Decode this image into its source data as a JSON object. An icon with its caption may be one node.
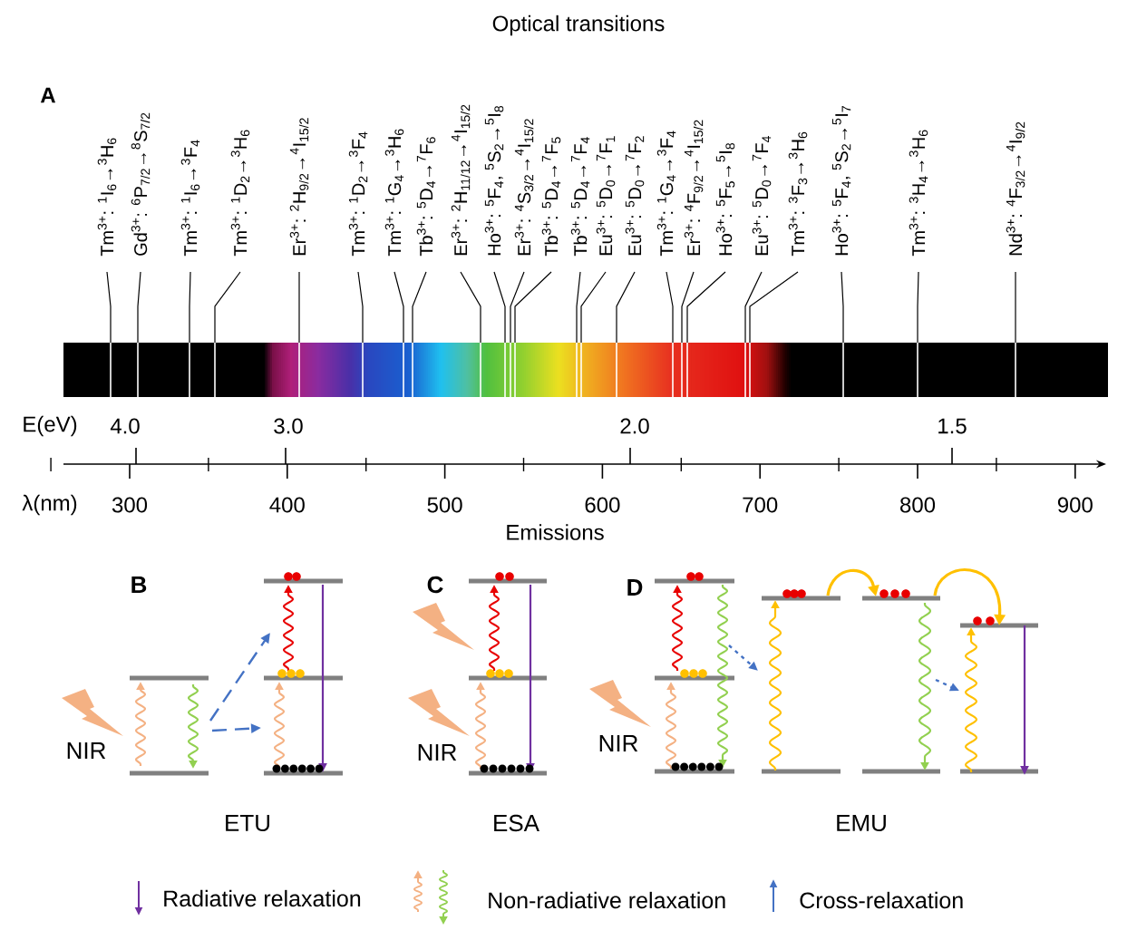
{
  "diagram": {
    "title": "Optical transitions",
    "nodes": [
      {
        "text": [
          "Tm$^{3+}$: $^{1}$I$_{6}$→$^{3}$H$_{6}$"
        ]
      },
      {
        "text": [
          "Gd$^{3+}$: $^{6}$P$_{7/2}$→$^{8}$S$_{7/2}$"
        ]
      },
      {
        "text": [
          "Tm$^{3+}$: $^{1}$I$_{6}$→$^{3}$F$_{4}$"
        ]
      },
      {
        "text": [
          "Tm$^{3+}$: $^{1}$D$_{2}$→$^{3}$H$_{6}$"
        ]
      },
      {
        "text": [
          "Er$^{3+}$: $^{2}$H$_{9/2}$→$^{4}$I$_{15/2}$"
        ]
      },
      {
        "text": [
          "Tm$^{3+}$: $^{1}$D$_{2}$→$^{3}$F$_{4}$"
        ]
      },
      {
        "text": [
          "Tm$^{3+}$: $^{1}$G$_{4}$→$^{3}$H$_{6}$"
        ]
      },
      {
        "text": [
          "Tb$^{3+}$: $^{5}$D$_{4}$→$^{7}$F$_{6}$"
        ]
      },
      {
        "text": [
          "Er$^{3+}$: $^{2}$H$_{11/12}$→$^{4}$I$_{15/2}$"
        ]
      },
      {
        "text": [
          "Ho$^{3+}$: $^{5}$F$_{4}$, $^{5}$S$_{2}$→$^{5}$I$_{8}$"
        ]
      },
      {
        "text": [
          "Er$^{3+}$: $^{4}$S$_{3/2}$→$^{4}$I$_{15/2}$"
        ]
      },
      {
        "text": [
          "Tb$^{3+}$: $^{5}$D$_{4}$→$^{7}$F$_{5}$"
        ]
      },
      {
        "text": [
          "Tb$^{3+}$: $^{5}$D$_{4}$→$^{7}$F$_{4}$"
        ]
      },
      {
        "text": [
          "Eu$^{3+}$: $^{5}$D$_{0}$→$^{7}$F$_{1}$"
        ]
      },
      {
        "text": [
          "Eu$^{3+}$: $^{5}$D$_{0}$→$^{7}$F$_{2}$"
        ]
      },
      {
        "text": [
          "Tm$^{3+}$: $^{1}$G$_{4}$→$^{3}$F$_{4}$"
        ]
      },
      {
        "text": [
          "Er$^{3+}$: $^{4}$F$_{9/2}$→$^{4}$I$_{15/2}$"
        ]
      },
      {
        "text": [
          "Ho$^{3+}$: $^{5}$F$_{5}$→$^{5}$I$_{8}$"
        ]
      },
      {
        "text": [
          "Eu$^{3+}$: $^{5}$D$_{0}$→$^{7}$F$_{4}$"
        ]
      },
      {
        "text": [
          "Tm$^{3+}$: $^{3}$F$_{3}$→$^{3}$H$_{6}$"
        ]
      },
      {
        "text": [
          "Ho$^{3+}$: $^{5}$F$_{4}$, $^{5}$S$_{2}$→$^{5}$I$_{7}$"
        ]
      },
      {
        "text": [
          "Tm$^{3+}$: $^{3}$H$_{4}$→$^{3}$H$_{6}$"
        ]
      },
      {
        "text": [
          "Nd$^{3+}$: $^{4}$F$_{3/2}$→$^{4}$I$_{9/2}$"
        ]
      },
      {
        "text": [],
        "shape": "bar"
      }
    ],
    "edges": [
      {
        "from": 0,
        "to": 23,
        "arrow": "none"
      },
      {
        "from": 1,
        "to": 23,
        "arrow": "none"
      },
      {
        "from": 2,
        "to": 23,
        "arrow": "none"
      },
      {
        "from": 3,
        "to": 23,
        "arrow": "none"
      },
      {
        "from": 4,
        "to": 23,
        "arrow": "none"
      },
      {
        "from": 5,
        "to": 23,
        "arrow": "none"
      },
      {
        "from": 6,
        "to": 23,
        "arrow": "none"
      },
      {
        "from": 7,
        "to": 23,
        "arrow": "none"
      },
      {
        "from": 8,
        "to": 23,
        "arrow": "none"
      },
      {
        "from": 9,
        "to": 23,
        "arrow": "none"
      },
      {
        "from": 10,
        "to": 23,
        "arrow": "none"
      },
      {
        "from": 11,
        "to": 23,
        "arrow": "none"
      },
      {
        "from": 12,
        "to": 23,
        "arrow": "none"
      },
      {
        "from": 13,
        "to": 23,
        "arrow": "none"
      },
      {
        "from": 14,
        "to": 23,
        "arrow": "none"
      },
      {
        "from": 15,
        "to": 23,
        "arrow": "none"
      },
      {
        "from": 16,
        "to": 23,
        "arrow": "none"
      },
      {
        "from": 17,
        "to": 23,
        "arrow": "none"
      },
      {
        "from": 18,
        "to": 23,
        "arrow": "none"
      },
      {
        "from": 19,
        "to": 23,
        "arrow": "none"
      },
      {
        "from": 20,
        "to": 23,
        "arrow": "none"
      },
      {
        "from": 21,
        "to": 23,
        "arrow": "none"
      },
      {
        "from": 22,
        "to": 23,
        "arrow": "none"
      }
    ],
    "labels": [
      "A",
      "E(eV)",
      "4.0",
      "3.0",
      "2.0",
      "1.5",
      "λ(nm)",
      "300",
      "400",
      "500",
      "600",
      "700",
      "800",
      "900",
      "Emissions",
      "B",
      "C",
      "D",
      "NIR",
      "NIR",
      "NIR",
      "ETU",
      "ESA",
      "EMU"
    ],
    "legend": [
      {
        "text": "Radiative relaxation"
      },
      {
        "text": "Non-radiative relaxation"
      },
      {
        "text": "Cross-relaxation"
      }
    ]
  }
}
